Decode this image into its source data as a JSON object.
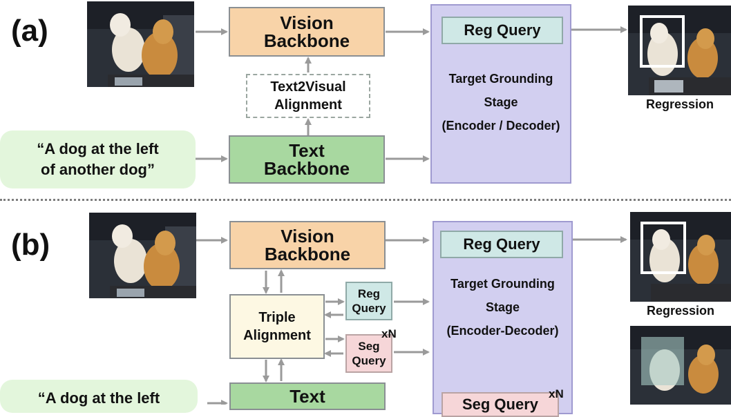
{
  "panel_a": {
    "label": "(a)",
    "vision_backbone": "Vision\nBackbone",
    "text2visual": "Text2Visual\nAlignment",
    "text_backbone": "Text\nBackbone",
    "query_text": "“A dog at the left\nof another dog”",
    "reg_query": "Reg Query",
    "stage": "Target Grounding\nStage\n(Encoder / Decoder)",
    "output_caption": "Regression"
  },
  "panel_b": {
    "label": "(b)",
    "vision_backbone": "Vision\nBackbone",
    "triple_alignment": "Triple\nAlignment",
    "reg_query_small": "Reg\nQuery",
    "seg_query_small": "Seg\nQuery",
    "xn_small": "xN",
    "text_backbone": "Text",
    "query_text": "“A dog at the left",
    "reg_query": "Reg Query",
    "stage": "Target Grounding\nStage\n(Encoder-Decoder)",
    "seg_query": "Seg Query",
    "xn_large": "xN",
    "output_caption": "Regression"
  },
  "colors": {
    "vision": "#f8d3a8",
    "text": "#a8d8a0",
    "stage": "#d2cff0",
    "reg_query": "#cfe8e6",
    "seg_query": "#f6d6d8",
    "triple": "#fdf8e3",
    "arrow": "#9a9a9a"
  }
}
